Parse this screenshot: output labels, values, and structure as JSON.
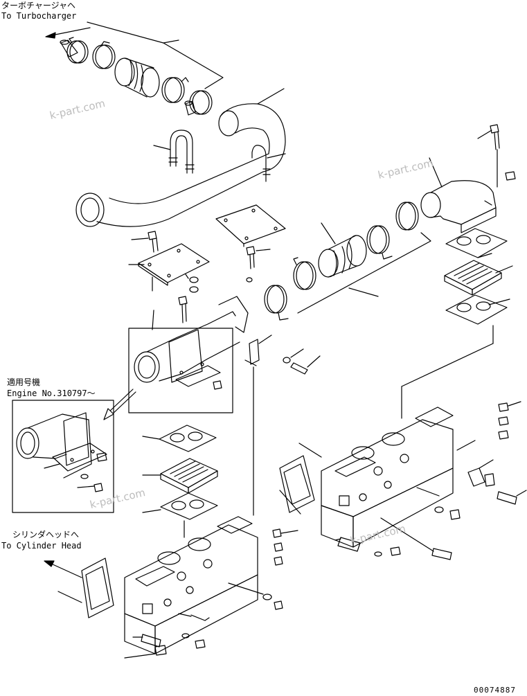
{
  "callouts": {
    "turbo_jp": "ターボチャージャヘ",
    "turbo_en": "To Turbocharger",
    "engine_jp": "適用号機",
    "engine_en": "Engine No.310797～",
    "head_jp": "シリンダヘッドへ",
    "head_en": "To Cylinder Head"
  },
  "watermarks": [
    "k-part.com",
    "k-part.com",
    "k-part.com",
    "k-part.com"
  ],
  "drawing_code": "00074887"
}
